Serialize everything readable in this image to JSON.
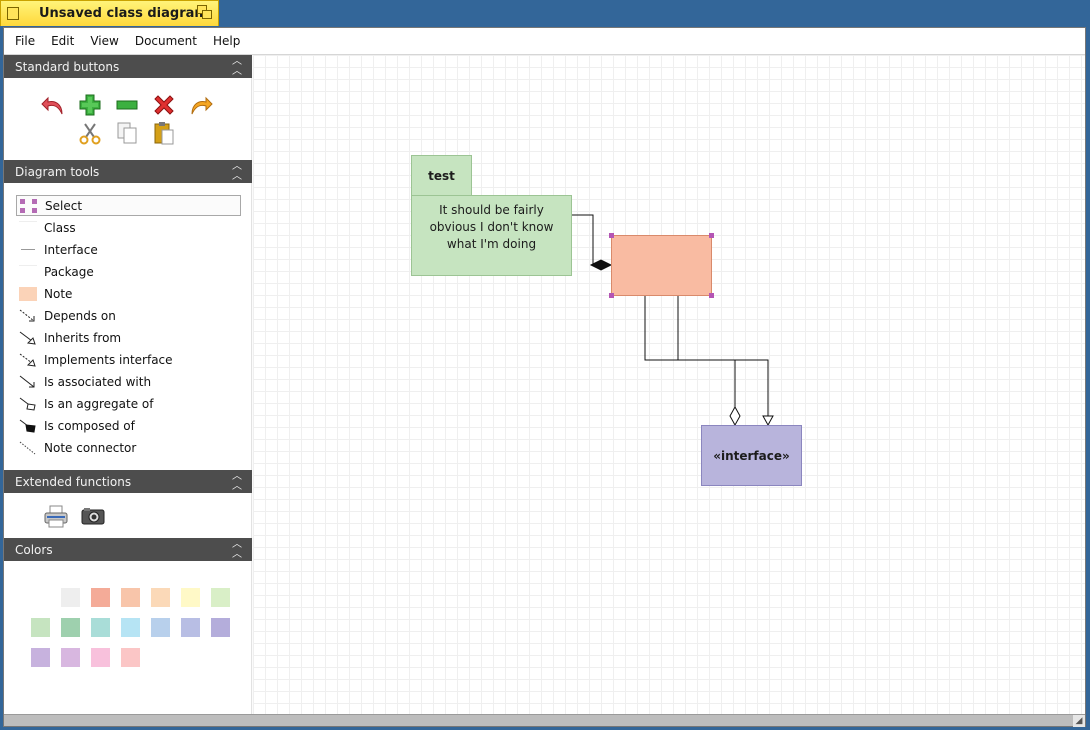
{
  "window": {
    "title": "Unsaved class diagram"
  },
  "menu": [
    "File",
    "Edit",
    "View",
    "Document",
    "Help"
  ],
  "sections": {
    "standard": "Standard buttons",
    "tools": "Diagram tools",
    "extended": "Extended functions",
    "colors": "Colors"
  },
  "standard_buttons": [
    {
      "name": "undo-icon",
      "color": "#e0404a"
    },
    {
      "name": "add-icon",
      "color": "#2e9e2e"
    },
    {
      "name": "remove-icon",
      "color": "#2e9e2e"
    },
    {
      "name": "delete-icon",
      "color": "#d42a2a"
    },
    {
      "name": "redo-icon",
      "color": "#f0a020"
    },
    {
      "name": "cut-icon",
      "color": "#e0b020"
    },
    {
      "name": "copy-icon",
      "color": "#bbbbbb"
    },
    {
      "name": "paste-icon",
      "color": "#d4a017"
    }
  ],
  "tools": [
    {
      "label": "Select",
      "icon": "select-icon",
      "selected": true
    },
    {
      "label": "Class",
      "icon": "class-icon"
    },
    {
      "label": "Interface",
      "icon": "interface-icon"
    },
    {
      "label": "Package",
      "icon": "package-icon"
    },
    {
      "label": "Note",
      "icon": "note-icon"
    },
    {
      "label": "Depends on",
      "icon": "depends-arrow-icon"
    },
    {
      "label": "Inherits from",
      "icon": "inherits-arrow-icon"
    },
    {
      "label": "Implements interface",
      "icon": "implements-arrow-icon"
    },
    {
      "label": "Is associated with",
      "icon": "association-arrow-icon"
    },
    {
      "label": "Is an aggregate of",
      "icon": "aggregation-arrow-icon"
    },
    {
      "label": "Is composed of",
      "icon": "composition-arrow-icon"
    },
    {
      "label": "Note connector",
      "icon": "note-connector-icon"
    }
  ],
  "extended_buttons": [
    {
      "name": "print-icon"
    },
    {
      "name": "camera-icon"
    }
  ],
  "colors": [
    "#ffffff",
    "#eeeeee",
    "#f4ab98",
    "#f8c5aa",
    "#fbd9b8",
    "#fff9c7",
    "#d9efc7",
    "#c6e4c0",
    "#9ed0ae",
    "#a9ddd8",
    "#b6e4f4",
    "#b8d0ec",
    "#b8bee4",
    "#b4addb",
    "#c7b2de",
    "#d8b7e0",
    "#f8c1dc",
    "#fbc6c6"
  ],
  "diagram": {
    "package": {
      "name": "test",
      "text": "It should be fairly obvious I don't know what I'm doing"
    },
    "interface": {
      "label": "«interface»"
    }
  }
}
